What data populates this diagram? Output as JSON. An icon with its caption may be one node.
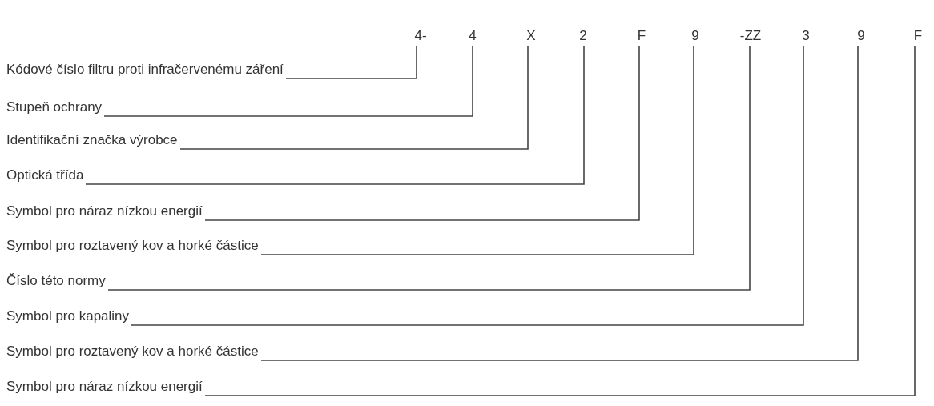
{
  "diagram": {
    "nodes": [
      {
        "text": [
          "4-"
        ]
      },
      {
        "text": [
          "4"
        ]
      },
      {
        "text": [
          "X"
        ]
      },
      {
        "text": [
          "2"
        ]
      },
      {
        "text": [
          "F"
        ]
      },
      {
        "text": [
          "9"
        ]
      },
      {
        "text": [
          "-ZZ"
        ]
      },
      {
        "text": [
          "3"
        ]
      },
      {
        "text": [
          "9"
        ]
      },
      {
        "text": [
          "F"
        ]
      },
      {
        "text": [
          "Kódové číslo filtru proti infračervenému záření"
        ]
      },
      {
        "text": [
          "Stupeň ochrany"
        ]
      },
      {
        "text": [
          "Identifikační značka výrobce"
        ]
      },
      {
        "text": [
          "Optická třída"
        ]
      },
      {
        "text": [
          "Symbol pro náraz nízkou energií"
        ]
      },
      {
        "text": [
          "Symbol pro roztavený kov a horké částice"
        ]
      },
      {
        "text": [
          "Číslo této normy"
        ]
      },
      {
        "text": [
          "Symbol pro kapaliny"
        ]
      },
      {
        "text": [
          "Symbol pro roztavený kov a horké částice"
        ]
      },
      {
        "text": [
          "Symbol pro náraz nízkou energií"
        ]
      }
    ],
    "edges": [
      {
        "from": 10,
        "to": 0,
        "arrow": "none"
      },
      {
        "from": 11,
        "to": 1,
        "arrow": "none"
      },
      {
        "from": 12,
        "to": 2,
        "arrow": "none"
      },
      {
        "from": 13,
        "to": 3,
        "arrow": "none"
      },
      {
        "from": 14,
        "to": 4,
        "arrow": "none"
      },
      {
        "from": 15,
        "to": 5,
        "arrow": "none"
      },
      {
        "from": 16,
        "to": 6,
        "arrow": "none"
      },
      {
        "from": 17,
        "to": 7,
        "arrow": "none"
      },
      {
        "from": 18,
        "to": 8,
        "arrow": "none"
      },
      {
        "from": 19,
        "to": 9,
        "arrow": "none"
      }
    ]
  }
}
